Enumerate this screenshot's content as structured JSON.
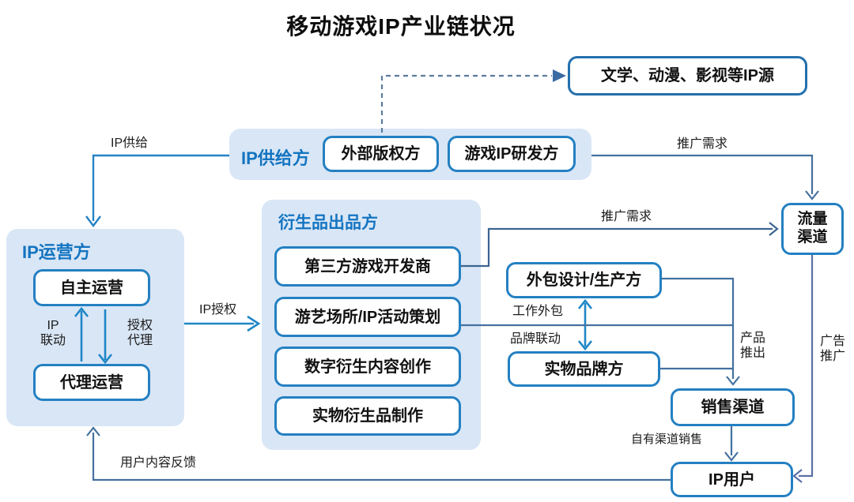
{
  "title": "移动游戏IP产业链状况",
  "colors": {
    "group_fill": "#d9e6f6",
    "node_border": "#2480c2",
    "group_label": "#1374c0",
    "wire_muted": "#44719f",
    "wire_slate": "#5b6fa7",
    "wire_bright": "#2583c5",
    "wire_dashed": "#5b7c9e"
  },
  "containers": {
    "supply": {
      "label": "IP供给方"
    },
    "operator": {
      "label": "IP运营方"
    },
    "derivative": {
      "label": "衍生品出品方"
    }
  },
  "nodes": {
    "ip_source": {
      "label": "文学、动漫、影视等IP源"
    },
    "external_copyright": {
      "label": "外部版权方"
    },
    "game_ip_dev": {
      "label": "游戏IP研发方"
    },
    "self_operation": {
      "label": "自主运营"
    },
    "agent_operation": {
      "label": "代理运营"
    },
    "third_party_dev": {
      "label": "第三方游戏开发商"
    },
    "arcade_ip_event": {
      "label": "游艺场所/IP活动策划"
    },
    "digital_content": {
      "label": "数字衍生内容创作"
    },
    "physical_merch": {
      "label": "实物衍生品制作"
    },
    "outsource_design": {
      "label": "外包设计/生产方"
    },
    "physical_brand": {
      "label": "实物品牌方"
    },
    "traffic_channel": {
      "line1": "流量",
      "line2": "渠道"
    },
    "sales_channel": {
      "label": "销售渠道"
    },
    "ip_user": {
      "label": "IP用户"
    }
  },
  "edge_labels": {
    "ip_supply": "IP供给",
    "promo_demand_top": "推广需求",
    "promo_demand_mid": "推广需求",
    "ip_license": "IP授权",
    "ip_linkage_l1": "IP",
    "ip_linkage_l2": "联动",
    "license_agent_l1": "授权",
    "license_agent_l2": "代理",
    "work_outsource": "工作外包",
    "brand_linkage": "品牌联动",
    "product_launch_l1": "产品",
    "product_launch_l2": "推出",
    "ad_promo_l1": "广告",
    "ad_promo_l2": "推广",
    "own_channel_sales": "自有渠道销售",
    "user_feedback": "用户内容反馈"
  }
}
